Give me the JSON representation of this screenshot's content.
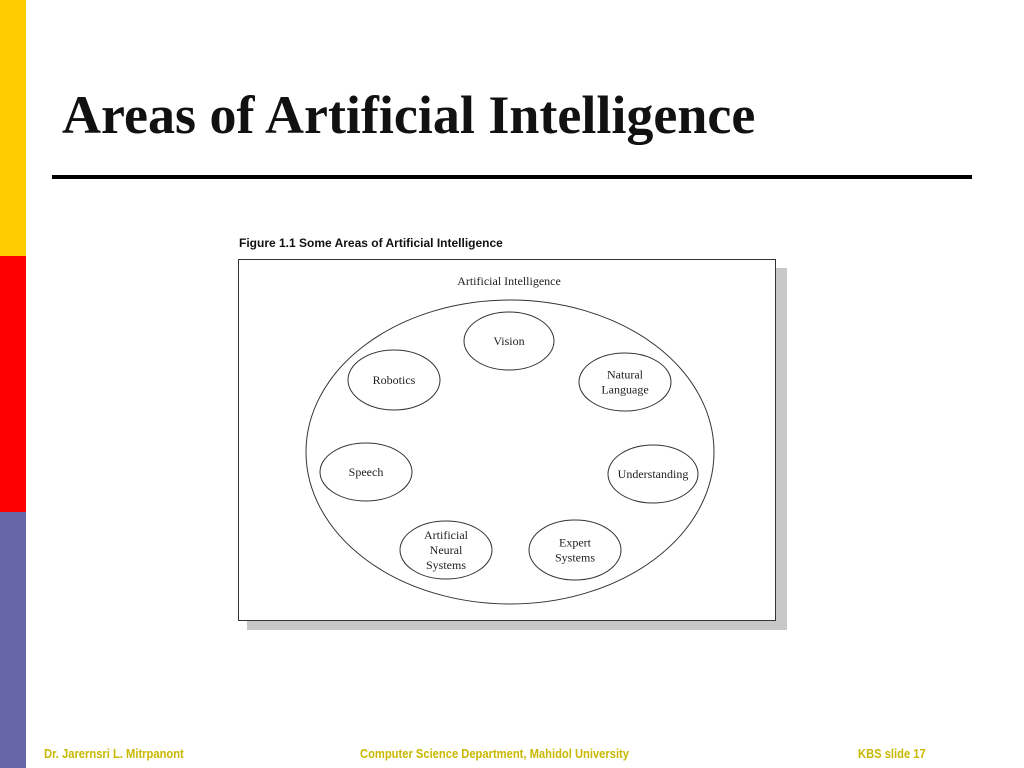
{
  "slide": {
    "title": "Areas of Artificial Intelligence"
  },
  "figure": {
    "caption": "Figure 1.1  Some Areas of Artificial Intelligence",
    "outer_label": "Artificial Intelligence",
    "areas": [
      {
        "id": "vision",
        "lines": [
          "Vision"
        ]
      },
      {
        "id": "natural-language",
        "lines": [
          "Natural",
          "Language"
        ]
      },
      {
        "id": "understanding",
        "lines": [
          "Understanding"
        ]
      },
      {
        "id": "expert-systems",
        "lines": [
          "Expert",
          "Systems"
        ]
      },
      {
        "id": "artificial-neural-systems",
        "lines": [
          "Artificial",
          "Neural",
          "Systems"
        ]
      },
      {
        "id": "speech",
        "lines": [
          "Speech"
        ]
      },
      {
        "id": "robotics",
        "lines": [
          "Robotics"
        ]
      }
    ]
  },
  "footer": {
    "author": "Dr. Jarernsri L. Mitrpanont",
    "department": "Computer Science Department, Mahidol University",
    "slide_label": "KBS  slide  17"
  },
  "colors": {
    "sidebar_yellow": "#ffcc00",
    "sidebar_red": "#ff0000",
    "sidebar_blue": "#6666a8",
    "footer_text": "#c9b800"
  }
}
